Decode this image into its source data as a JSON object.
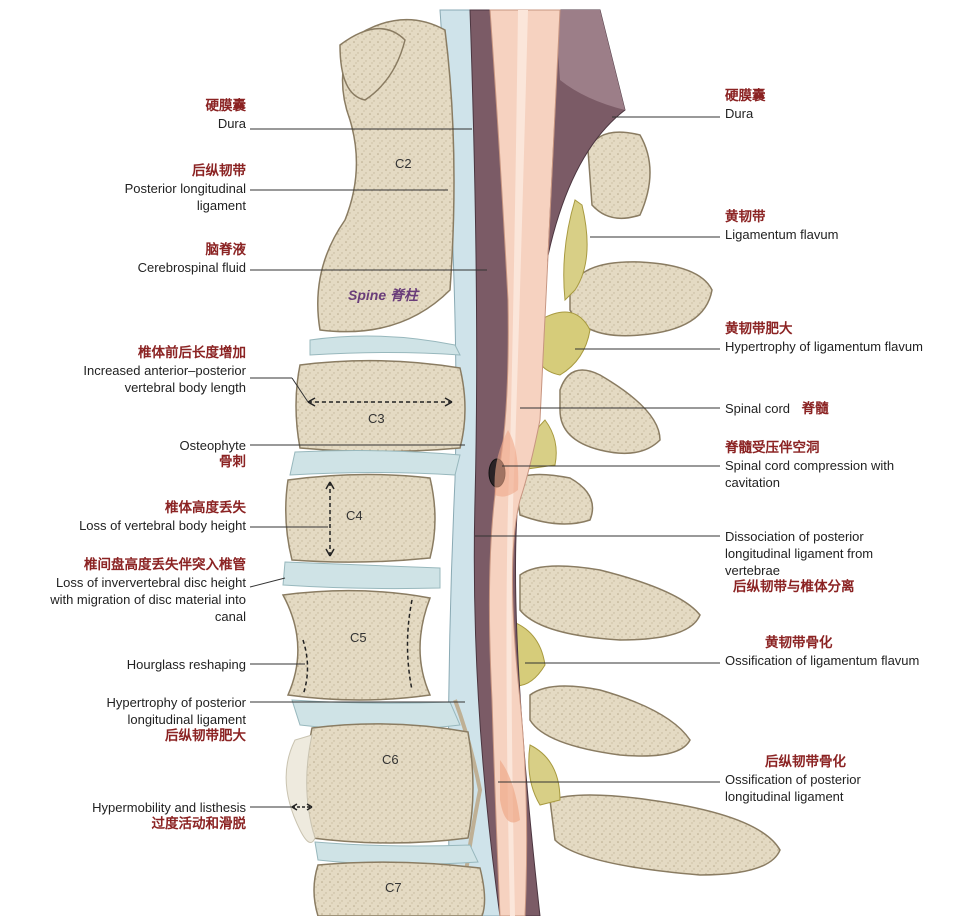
{
  "diagram": {
    "spine_label": "Spine 脊柱",
    "vertebrae": [
      "C2",
      "C3",
      "C4",
      "C5",
      "C6",
      "C7"
    ],
    "colors": {
      "zh_label": "#8b2323",
      "bone": "#e6dcc6",
      "disc": "#cfe3e6",
      "dura": "#7b5b66",
      "cord": "#f6d2c0",
      "ligament_flavum": "#d8cf86"
    },
    "left_labels": [
      {
        "zh": "硬膜囊",
        "en": "Dura"
      },
      {
        "zh": "后纵韧带",
        "en": "Posterior longitudinal ligament"
      },
      {
        "zh": "脑脊液",
        "en": "Cerebrospinal fluid"
      },
      {
        "zh": "椎体前后长度增加",
        "en": "Increased anterior–posterior vertebral body length"
      },
      {
        "en": "Osteophyte",
        "zh": "骨刺"
      },
      {
        "zh": "椎体高度丢失",
        "en": "Loss of vertebral body height"
      },
      {
        "zh": "椎间盘高度丢失伴突入椎管",
        "en": "Loss of inververtebral disc height with migration of disc material into canal"
      },
      {
        "en": "Hourglass reshaping"
      },
      {
        "en": "Hypertrophy of posterior longitudinal ligament",
        "zh": "后纵韧带肥大"
      },
      {
        "en": "Hypermobility and listhesis",
        "zh": "过度活动和滑脱"
      }
    ],
    "right_labels": [
      {
        "zh": "硬膜囊",
        "en": "Dura"
      },
      {
        "zh": "黄韧带",
        "en": "Ligamentum flavum"
      },
      {
        "zh": "黄韧带肥大",
        "en": "Hypertrophy of ligamentum flavum"
      },
      {
        "en": "Spinal cord",
        "zh": "脊髓"
      },
      {
        "zh": "脊髓受压伴空洞",
        "en": "Spinal cord compression with cavitation"
      },
      {
        "en": "Dissociation of posterior longitudinal ligament from vertebrae",
        "zh": "后纵韧带与椎体分离"
      },
      {
        "zh": "黄韧带骨化",
        "en": "Ossification of ligamentum flavum"
      },
      {
        "zh": "后纵韧带骨化",
        "en": "Ossification of posterior longitudinal ligament"
      }
    ]
  }
}
